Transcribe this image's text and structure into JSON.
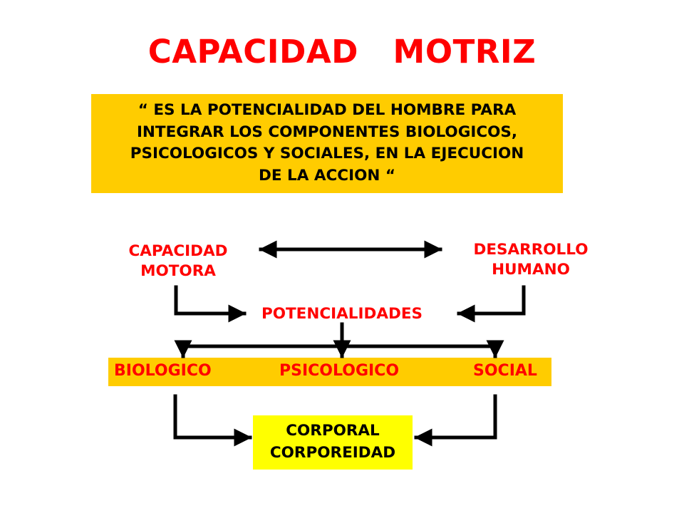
{
  "title": "CAPACIDAD   MOTRIZ",
  "definition": "“ ES LA POTENCIALIDAD DEL HOMBRE PARA\nINTEGRAR LOS COMPONENTES BIOLOGICOS,\nPSICOLOGICOS Y SOCIALES, EN LA EJECUCION\nDE LA ACCION “",
  "left_node": "CAPACIDAD\nMOTORA",
  "right_node": "DESARROLLO\nHUMANO",
  "center_node": "POTENCIALIDADES",
  "components": {
    "biologico": "BIOLOGICO",
    "psicologico": "PSICOLOGICO",
    "social": "SOCIAL"
  },
  "bottom_node": "CORPORAL\nCORPOREIDAD",
  "colors": {
    "title": "#ff0000",
    "orange_box": "#ffcc00",
    "yellow_box": "#ffff00",
    "arrows": "#000000"
  }
}
